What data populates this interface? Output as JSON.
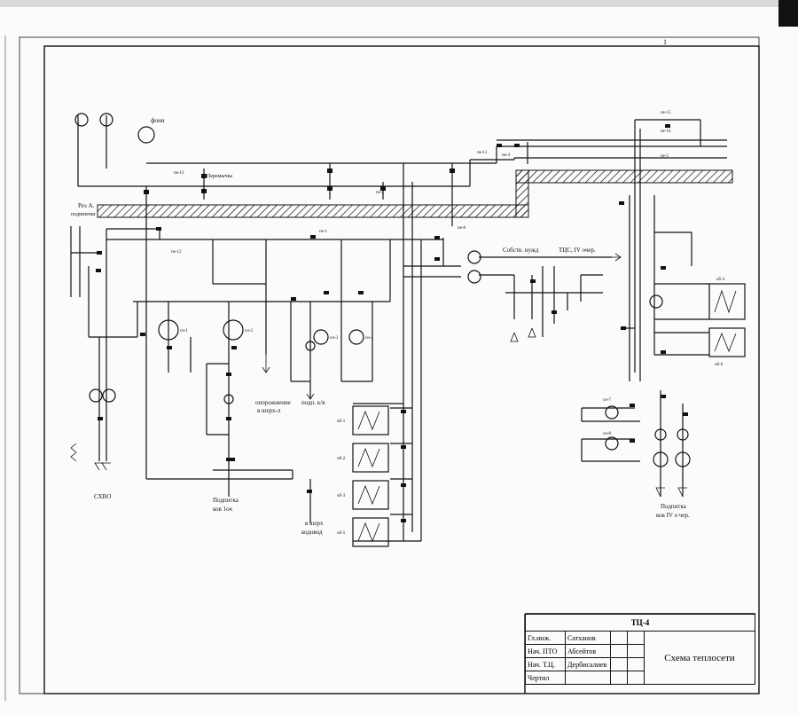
{
  "labels": {
    "foni": "фони",
    "perepusk": "Перемычка",
    "rezA": "Рез А.",
    "rezA2": "поднпитки",
    "sobst_nuzhd": "Собств. нужд",
    "tsnts": "ТЦС, IV очер.",
    "opor": "опорожнение",
    "opor2": "в шерх-л",
    "podp_kv": "подп. к/в",
    "podpitka_kov": "Подпитка",
    "podpitka_kov2": "ков 1оч",
    "v_shirkh": "в шерх",
    "v_shirkh2": "кодовод",
    "skhvo": "СХВО",
    "podpitka_iv": "Подпитка",
    "podpitka_iv2": "ков IV о чер.",
    "sheet_num": "1"
  },
  "tags": {
    "pe13": "пе-13",
    "pe12": "пе-12",
    "pe1": "пе-1",
    "pe2": "пе-2",
    "pe4": "пе-4",
    "pe15": "пе-15",
    "pe14": "пе-14",
    "pe5": "пе-5",
    "pe11": "пе-11",
    "pe8": "пе-8",
    "sn1": "сн-1",
    "sn2": "сн-2",
    "sn3": "сн-3",
    "sn4": "сн-4",
    "sn7": "сн-7",
    "sn8": "сн-8",
    "ob1": "об-1",
    "ob2": "об-2",
    "ob3": "об-3",
    "ob4": "об-4",
    "ob5": "об-5",
    "ob6": "об-6"
  },
  "title_block": {
    "code": "ТЦ-4",
    "title": "Схема теплосети",
    "rows": [
      {
        "role": "Гл.инж.",
        "name": "Сатханов"
      },
      {
        "role": "Нач. ПТО",
        "name": "Абсейтов"
      },
      {
        "role": "Нач. Т.Ц.",
        "name": "Дербисалиев"
      },
      {
        "role": "Чертил",
        "name": ""
      }
    ]
  }
}
